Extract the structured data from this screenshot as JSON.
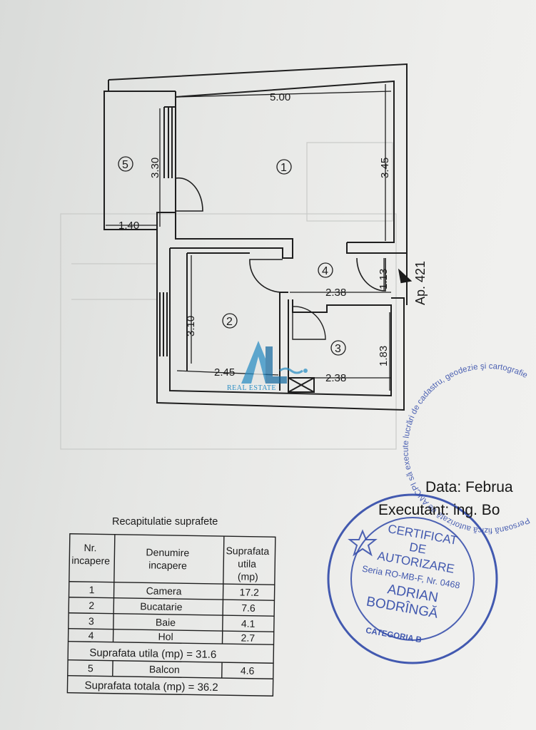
{
  "plan": {
    "dimensions": {
      "room1_width": "5.00",
      "room1_height": "3.45",
      "balcony_height": "3.30",
      "balcony_width": "1.40",
      "kitchen_height": "3.10",
      "kitchen_width": "2.45",
      "hall_width": "2.38",
      "hall_depth": "1.13",
      "bath_width": "2.38",
      "bath_height": "1.83"
    },
    "room_numbers": [
      "1",
      "2",
      "3",
      "4",
      "5"
    ],
    "apartment_label": "Ap. 421"
  },
  "watermark": {
    "text": "REAL ESTATE"
  },
  "header_info": {
    "date_label": "Data: Februa",
    "executant_label": "Executant: ing. Bo"
  },
  "stamp": {
    "ring_text": "Persoană fizică autorizată de ANCPI să execute lucrări de cadastru, geodezie şi cartografie",
    "line1": "CERTIFICAT",
    "line2": "DE",
    "line3": "AUTORIZARE",
    "line4": "Seria RO-MB-F, Nr. 0468",
    "line5": "ADRIAN",
    "line6": "BODRÎNGĂ",
    "category": "CATEGORIA B"
  },
  "recap": {
    "title": "Recapitulatie suprafete",
    "headers": {
      "col1_line1": "Nr.",
      "col1_line2": "incapere",
      "col2_line1": "Denumire",
      "col2_line2": "incapere",
      "col3_line1": "Suprafata",
      "col3_line2": "utila",
      "col3_line3": "(mp)"
    },
    "rows": [
      {
        "nr": "1",
        "name": "Camera",
        "area": "17.2"
      },
      {
        "nr": "2",
        "name": "Bucatarie",
        "area": "7.6"
      },
      {
        "nr": "3",
        "name": "Baie",
        "area": "4.1"
      },
      {
        "nr": "4",
        "name": "Hol",
        "area": "2.7"
      }
    ],
    "subtotal": "Suprafata utila (mp) = 31.6",
    "balcony_row": {
      "nr": "5",
      "name": "Balcon",
      "area": "4.6"
    },
    "total": "Suprafata totala (mp) = 36.2"
  }
}
